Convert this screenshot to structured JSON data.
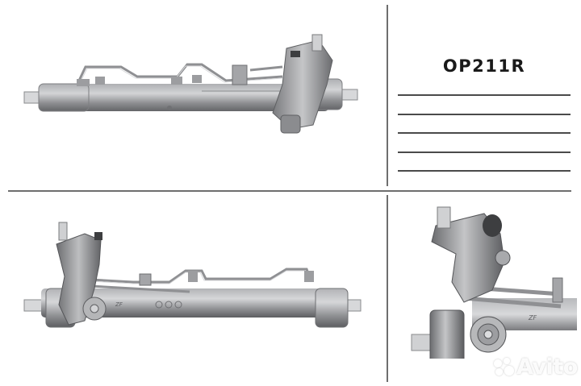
{
  "product": {
    "part_code": "OP211R",
    "category": "power steering rack"
  },
  "spec_table": {
    "rows": [
      "",
      "",
      "",
      "",
      ""
    ]
  },
  "images": [
    {
      "id": "top-left",
      "alt": "Power steering rack, front view",
      "region": "top-left"
    },
    {
      "id": "bottom-left",
      "alt": "Power steering rack, rear view",
      "region": "bottom-left"
    },
    {
      "id": "bottom-right",
      "alt": "Power steering rack, close-up of valve housing",
      "region": "bottom-right"
    }
  ],
  "watermark": {
    "text": "Avito",
    "icon": "avito-dots-icon"
  },
  "colors": {
    "background": "#ffffff",
    "divider": "#6e6e6e",
    "rule": "#4a4a4a",
    "text": "#1a1a1a",
    "metal_light": "#c9cacc",
    "metal_mid": "#9a9b9e",
    "metal_dark": "#5f6063"
  }
}
